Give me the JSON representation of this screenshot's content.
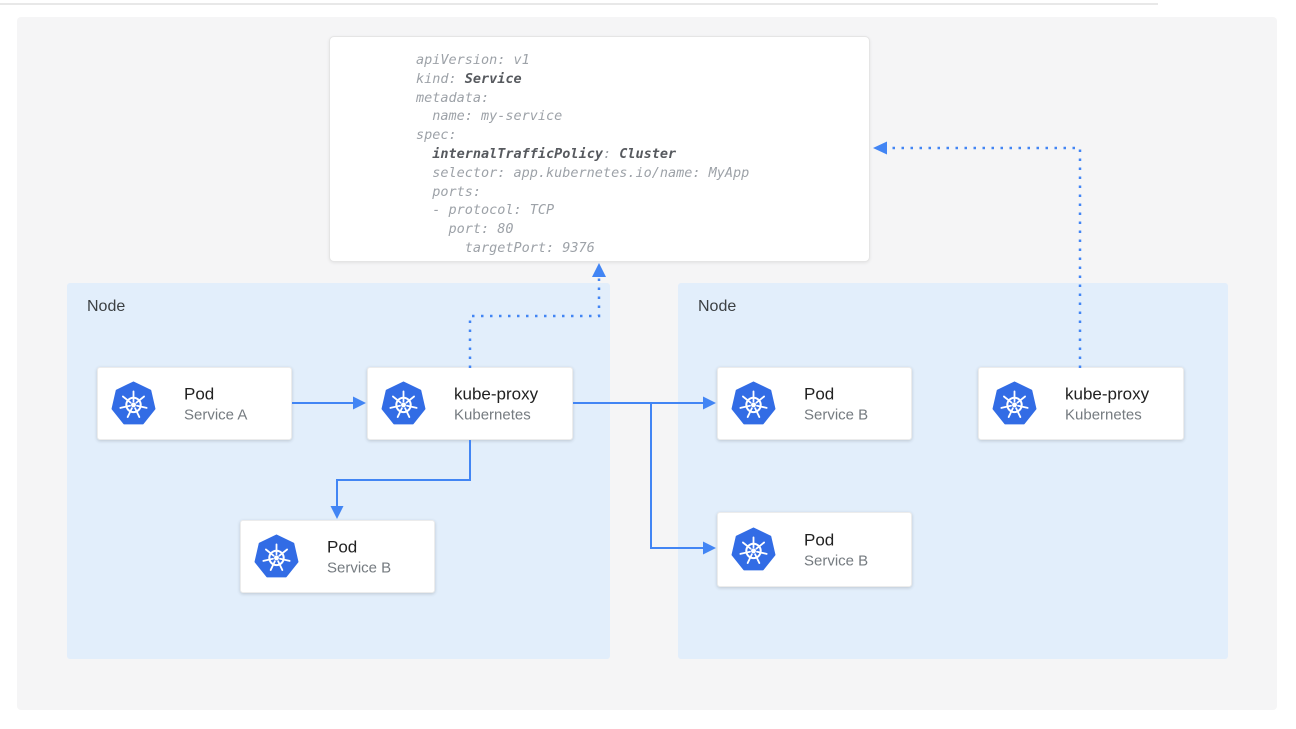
{
  "colors": {
    "k8s_blue": "#326ce5",
    "arrow_blue": "#4285f4",
    "node_bg": "#e2eefb",
    "panel_bg": "#f5f5f6",
    "yaml_text": "#9da2a8",
    "yaml_bold": "#56595e",
    "title_text": "#212121",
    "subtitle_text": "#757b80",
    "node_label": "#3c4043"
  },
  "yaml_box": {
    "lines": [
      [
        {
          "text": "apiVersion: v1"
        }
      ],
      [
        {
          "text": "kind: "
        },
        {
          "text": "Service",
          "bold": true
        }
      ],
      [
        {
          "text": "metadata:"
        }
      ],
      [
        {
          "text": "  name: my-service"
        }
      ],
      [
        {
          "text": "spec:"
        }
      ],
      [
        {
          "text": "  "
        },
        {
          "text": "internalTrafficPolicy",
          "bold": true
        },
        {
          "text": ": "
        },
        {
          "text": "Cluster",
          "bold": true
        }
      ],
      [
        {
          "text": "  selector: app.kubernetes.io/name: MyApp"
        }
      ],
      [
        {
          "text": "  ports:"
        }
      ],
      [
        {
          "text": "  - protocol: TCP"
        }
      ],
      [
        {
          "text": "    port: 80"
        }
      ],
      [
        {
          "text": "      targetPort: 9376"
        }
      ]
    ]
  },
  "nodes": {
    "left": {
      "label": "Node"
    },
    "right": {
      "label": "Node"
    }
  },
  "entities": [
    {
      "id": "pod-service-a",
      "title": "Pod",
      "subtitle": "Service A",
      "icon": "kubernetes-logo"
    },
    {
      "id": "kube-proxy-left",
      "title": "kube-proxy",
      "subtitle": "Kubernetes",
      "icon": "kubernetes-logo"
    },
    {
      "id": "pod-service-b-left",
      "title": "Pod",
      "subtitle": "Service B",
      "icon": "kubernetes-logo"
    },
    {
      "id": "pod-service-b-right-top",
      "title": "Pod",
      "subtitle": "Service B",
      "icon": "kubernetes-logo"
    },
    {
      "id": "pod-service-b-right-bottom",
      "title": "Pod",
      "subtitle": "Service B",
      "icon": "kubernetes-logo"
    },
    {
      "id": "kube-proxy-right",
      "title": "kube-proxy",
      "subtitle": "Kubernetes",
      "icon": "kubernetes-logo"
    }
  ]
}
